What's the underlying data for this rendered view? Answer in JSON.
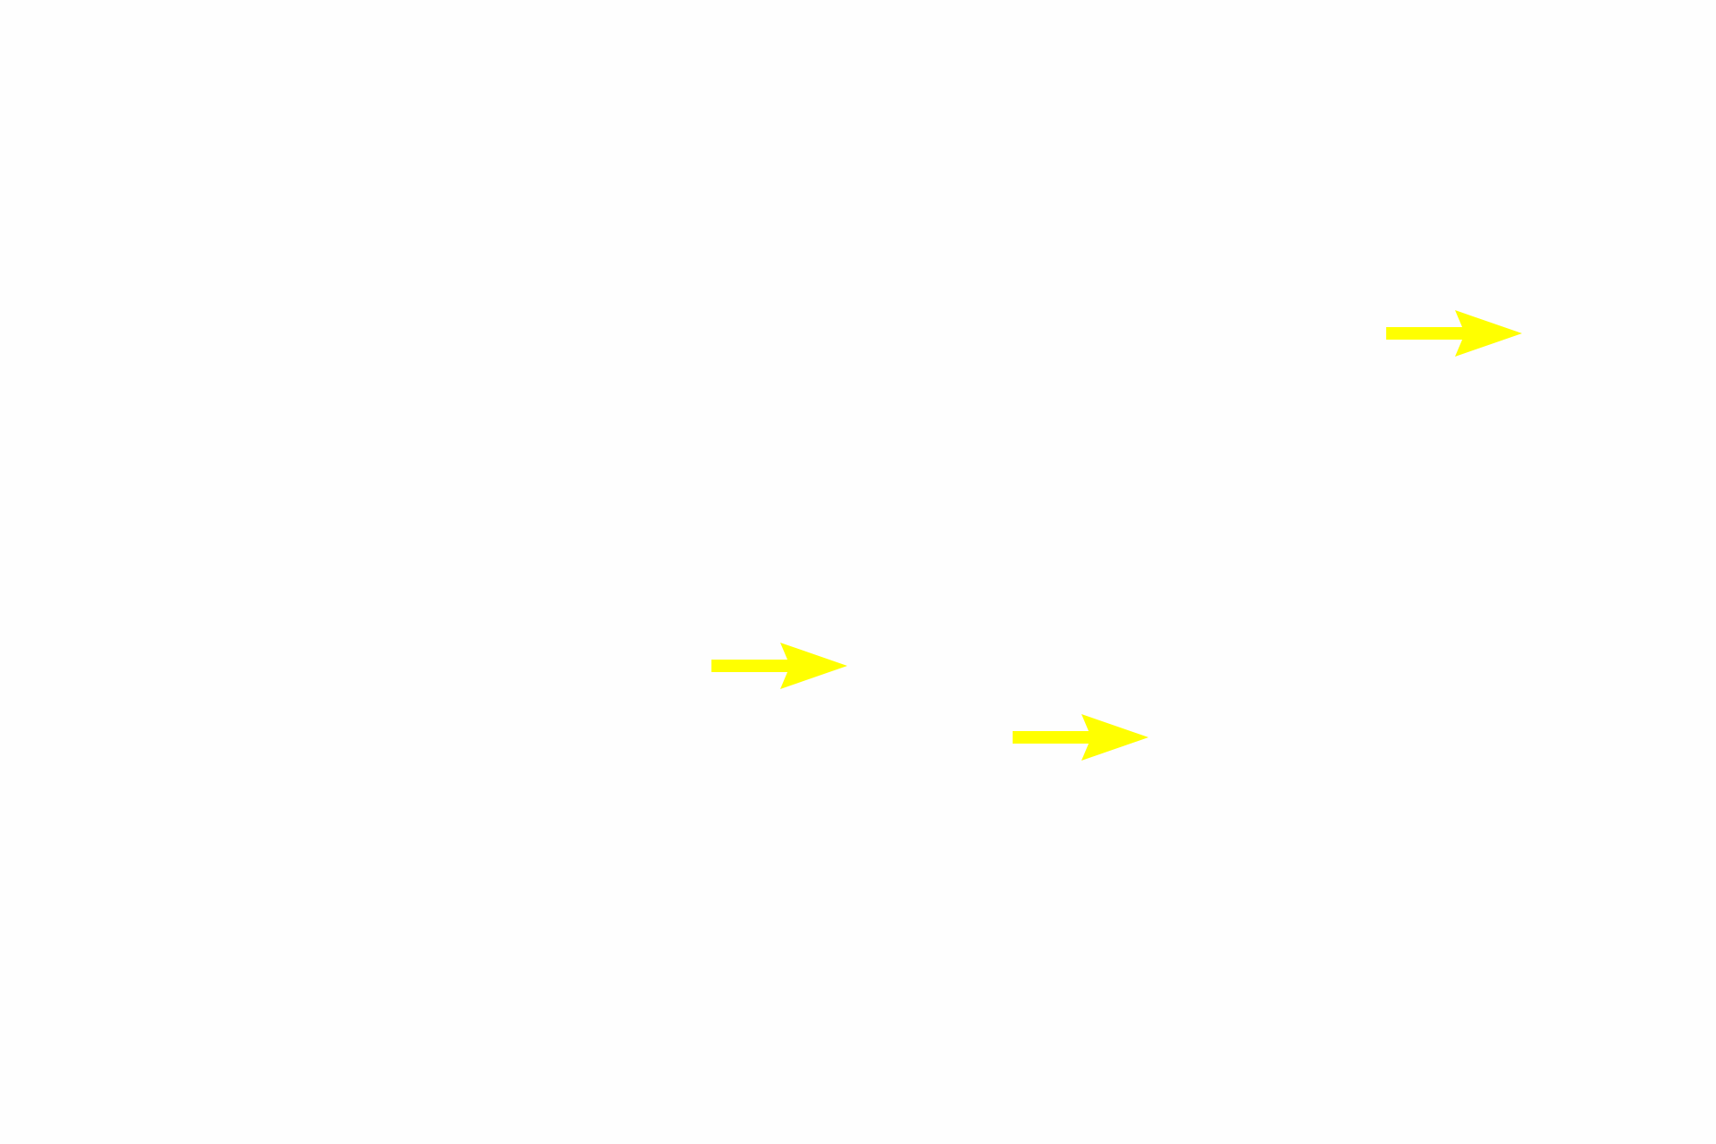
{
  "background_color": "#fefefe",
  "arrows": [
    {
      "name": "arrow-1",
      "direction": "right",
      "color": "#ffff00"
    },
    {
      "name": "arrow-2",
      "direction": "right",
      "color": "#ffff00"
    },
    {
      "name": "arrow-3",
      "direction": "right",
      "color": "#ffff00"
    }
  ]
}
